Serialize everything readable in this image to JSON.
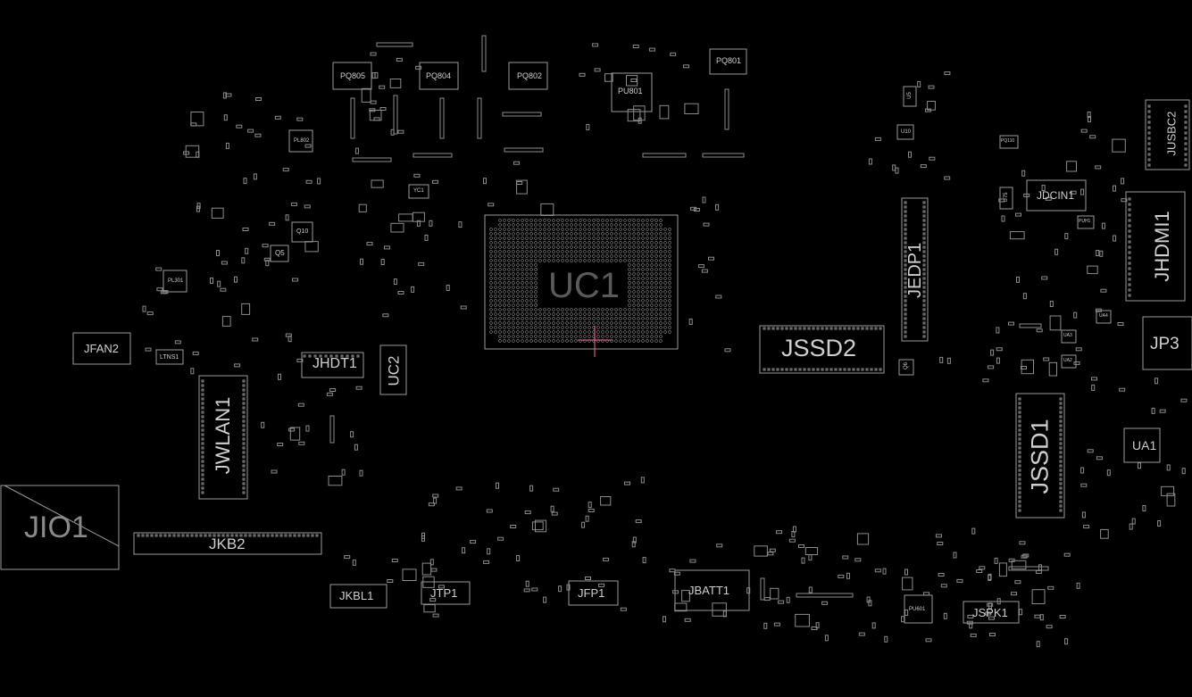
{
  "board": {
    "background": "#000000",
    "outline_color": "#9a9a9a",
    "text_color": "#cfcfcf",
    "marker_color": "#ff6a9a"
  },
  "labels": {
    "uc1": "UC1",
    "jssd2": "JSSD2",
    "jssd1": "JSSD1",
    "jedp1": "JEDP1",
    "jhdmi1": "JHDMI1",
    "jusbc2": "JUSBC2",
    "jdcin1": "JDCIN1",
    "jp3": "JP3",
    "ua1": "UA1",
    "jio1": "JIO1",
    "jkb2": "JKB2",
    "jwlan1": "JWLAN1",
    "jhdt1": "JHDT1",
    "uc2": "UC2",
    "jfan2": "JFAN2",
    "jkbl1": "JKBL1",
    "jtp1": "JTP1",
    "jfp1": "JFP1",
    "jbatt1": "JBATT1",
    "jspk1": "JSPK1",
    "pq805": "PQ805",
    "pq804": "PQ804",
    "pq802": "PQ802",
    "pq801": "PQ801",
    "pu801": "PU801",
    "q5": "Q5",
    "q10": "Q10",
    "pl301": "PL301",
    "ltns1": "LTNS1",
    "pl802": "PL802",
    "yc1": "YC1",
    "u5": "U5",
    "u10": "U10",
    "u75": "U75",
    "pq110": "PQ110",
    "q6": "Q6",
    "pu601": "PU601",
    "ua4": "UA4",
    "ua3": "UA3",
    "ua2": "UA2",
    "puh1": "PUH1"
  }
}
